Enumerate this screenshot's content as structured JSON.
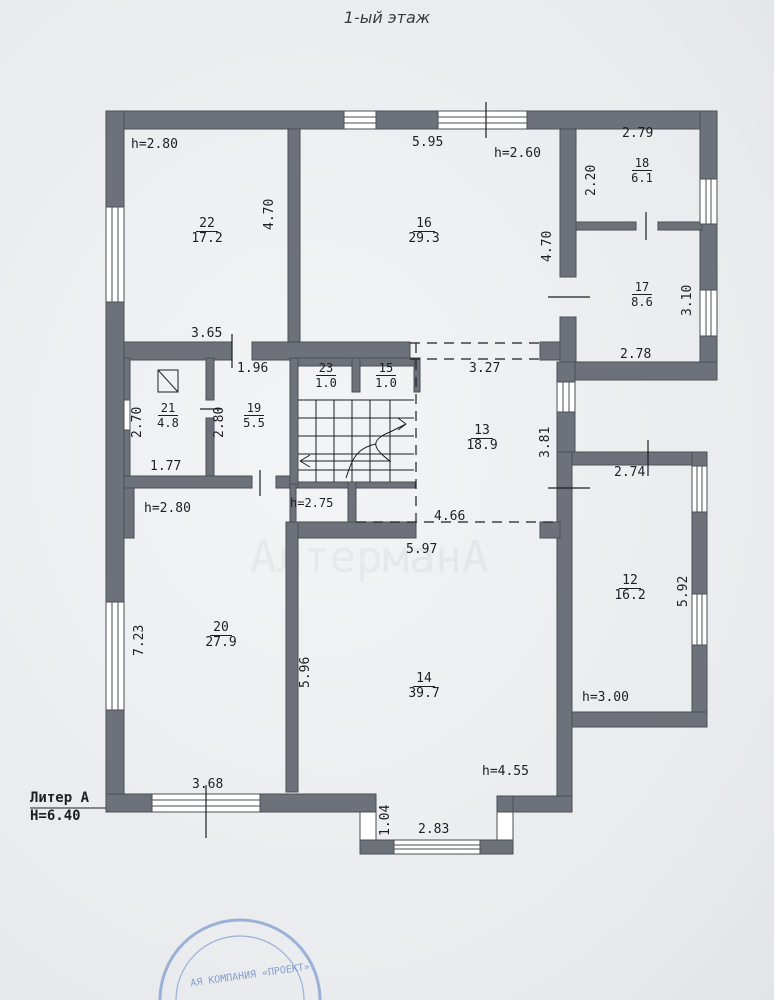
{
  "title": "1-ый этаж",
  "liter": {
    "label": "Литер А",
    "height": "H=6.40"
  },
  "stamp_text": "АЯ КОМПАНИЯ «ПРОЕКТ»",
  "watermark": "АлтерманА",
  "rooms": [
    {
      "id": "22",
      "num": "22",
      "area": "17.2"
    },
    {
      "id": "16",
      "num": "16",
      "area": "29.3"
    },
    {
      "id": "18",
      "num": "18",
      "area": "6.1"
    },
    {
      "id": "17",
      "num": "17",
      "area": "8.6"
    },
    {
      "id": "21",
      "num": "21",
      "area": "4.8"
    },
    {
      "id": "19",
      "num": "19",
      "area": "5.5"
    },
    {
      "id": "23",
      "num": "23",
      "area": "1.0"
    },
    {
      "id": "15",
      "num": "15",
      "area": "1.0"
    },
    {
      "id": "13",
      "num": "13",
      "area": "18.9"
    },
    {
      "id": "12",
      "num": "12",
      "area": "16.2"
    },
    {
      "id": "20",
      "num": "20",
      "area": "27.9"
    },
    {
      "id": "14",
      "num": "14",
      "area": "39.7"
    }
  ],
  "heights": {
    "h22": "h=2.80",
    "h16": "h=2.60",
    "h20": "h=2.80",
    "hcorr": "h=2.75",
    "h12": "h=3.00",
    "h14": "h=4.55"
  },
  "dimensions": {
    "d_595": "5.95",
    "d_470a": "4.70",
    "d_470b": "4.70",
    "d_279": "2.79",
    "d_220": "2.20",
    "d_310": "3.10",
    "d_278": "2.78",
    "d_365": "3.65",
    "d_196": "1.96",
    "d_327": "3.27",
    "d_270": "2.70",
    "d_280": "2.80",
    "d_177": "1.77",
    "d_381": "3.81",
    "d_274": "2.74",
    "d_466": "4.66",
    "d_597": "5.97",
    "d_592": "5.92",
    "d_723": "7.23",
    "d_596": "5.96",
    "d_368": "3.68",
    "d_104": "1.04",
    "d_283": "2.83"
  }
}
